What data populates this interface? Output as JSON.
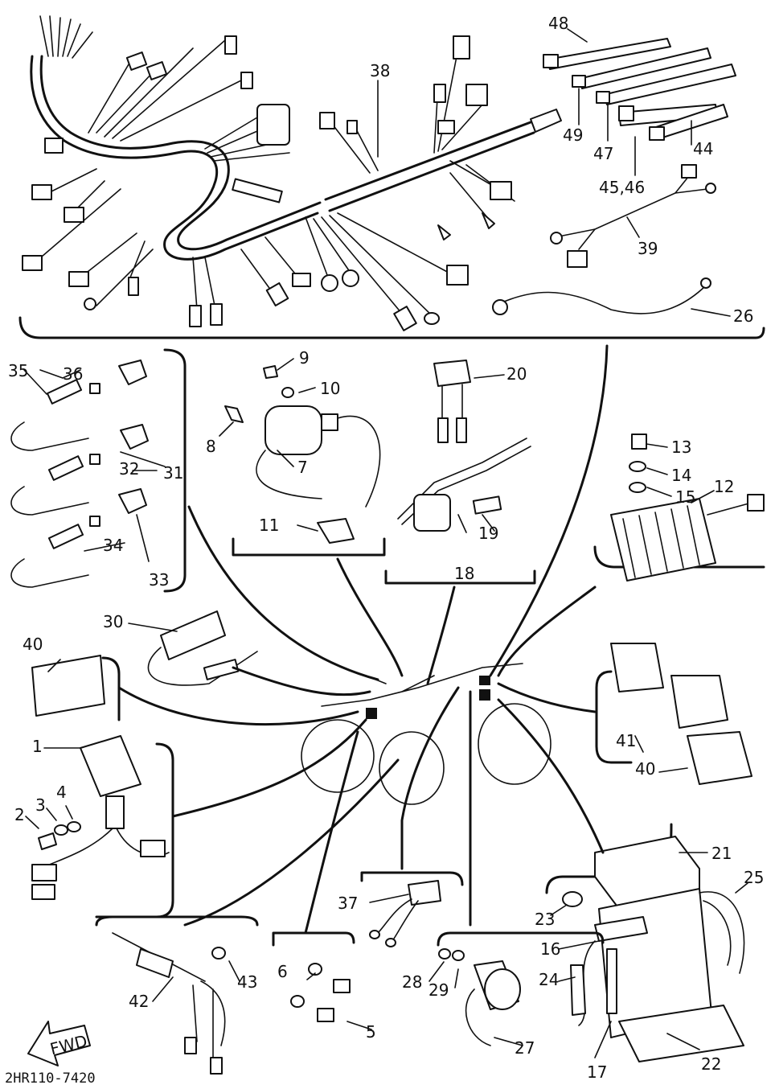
{
  "diagram": {
    "drawing_code": "2HR110-7420",
    "fwd_label": "FWD",
    "callouts": {
      "c48": "48",
      "c49": "49",
      "c47": "47",
      "c44": "44",
      "c4546": "45,46",
      "c39": "39",
      "c38": "38",
      "c26": "26",
      "c35": "35",
      "c36": "36",
      "c32": "32",
      "c31": "31",
      "c34": "34",
      "c33": "33",
      "c9": "9",
      "c10": "10",
      "c8": "8",
      "c7": "7",
      "c11": "11",
      "c20": "20",
      "c19": "19",
      "c18": "18",
      "c13": "13",
      "c14": "14",
      "c15": "15",
      "c12": "12",
      "c30": "30",
      "c40a": "40",
      "c1": "1",
      "c2": "2",
      "c3": "3",
      "c4": "4",
      "c41": "41",
      "c40b": "40",
      "c21": "21",
      "c25": "25",
      "c23": "23",
      "c16": "16",
      "c37": "37",
      "c6": "6",
      "c5": "5",
      "c42": "42",
      "c43": "43",
      "c28": "28",
      "c29": "29",
      "c27": "27",
      "c24": "24",
      "c17": "17",
      "c22": "22"
    }
  }
}
